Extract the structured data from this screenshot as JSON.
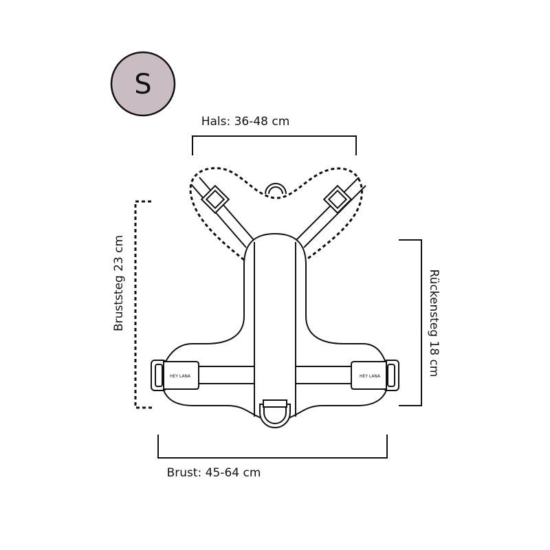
{
  "size_badge": {
    "label": "S",
    "color": "#c9bcc3"
  },
  "measurements": {
    "neck": "Hals: 36-48 cm",
    "chest_strap": "Bruststeg 23 cm",
    "back_strap": "Rückensteg 18 cm",
    "chest": "Brust: 45-64 cm"
  },
  "buckle_text": "HEY LANA"
}
